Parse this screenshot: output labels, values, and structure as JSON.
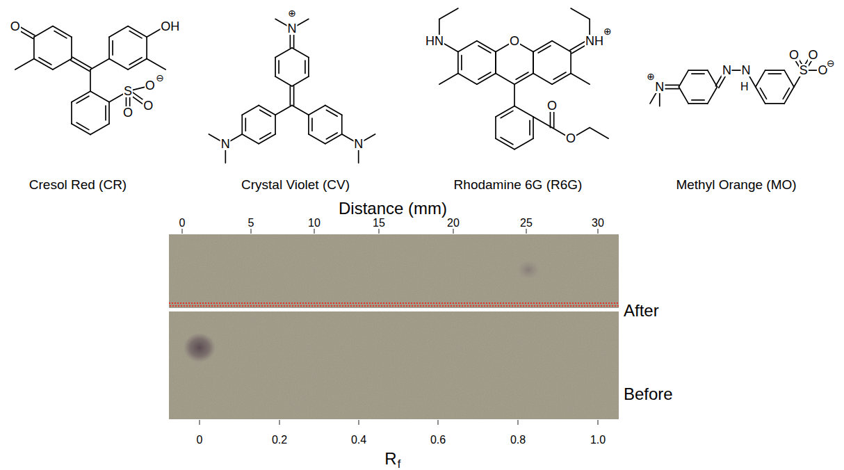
{
  "diagram": {
    "labels": [
      "O",
      "OH",
      "S",
      "O",
      "⊖",
      "O",
      "O",
      "Cresol Red (CR)",
      "N",
      "⊕",
      "N",
      "N",
      "Crystal Violet (CV)",
      "HN",
      "O",
      "NH",
      "⊕",
      "O",
      "O",
      "Rhodamine 6G (R6G)",
      "N",
      "⊕",
      "N",
      "N",
      "H",
      "S",
      "O",
      "O",
      "O",
      "⊖",
      "Methyl Orange (MO)",
      "Distance (mm)",
      "0",
      "5",
      "10",
      "15",
      "20",
      "25",
      "30",
      "After",
      "Before",
      "0",
      "0.2",
      "0.4",
      "0.6",
      "0.8",
      "1.0",
      "R",
      "f"
    ]
  }
}
